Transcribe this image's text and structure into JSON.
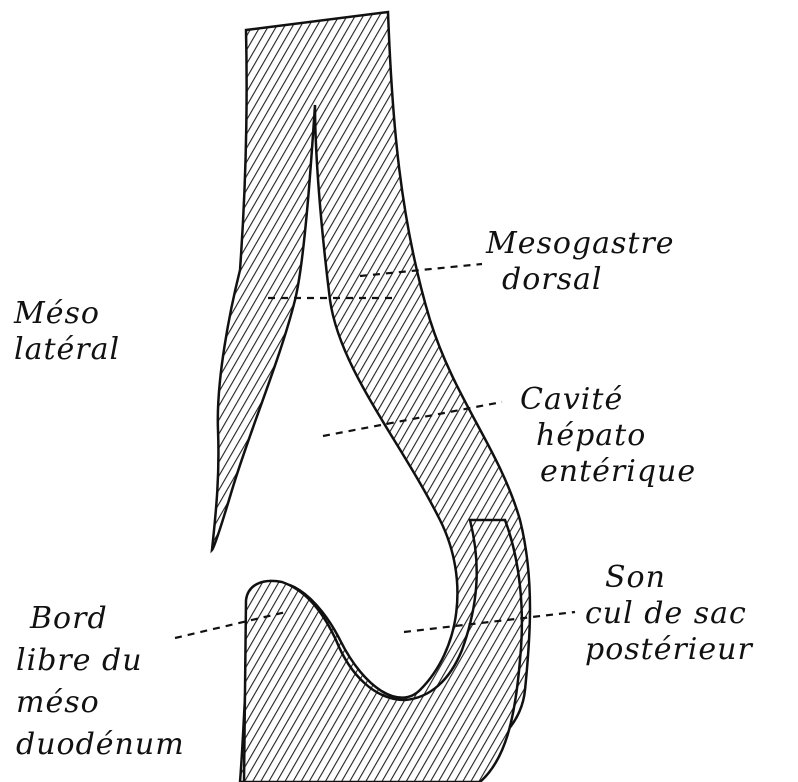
{
  "labels": {
    "meso_lateral": [
      "Méso",
      "latéral"
    ],
    "mesogastre_dorsal": [
      "Mesogastre",
      "dorsal"
    ],
    "cavite": [
      "Cavité",
      "hépato",
      "entérique"
    ],
    "cul_de_sac": [
      "Son",
      "cul de sac",
      "postérieur"
    ],
    "bord_libre": [
      "Bord",
      "libre du",
      "méso",
      "duodénum"
    ]
  },
  "colors": {
    "ink": "#111111",
    "background": "#ffffff"
  }
}
